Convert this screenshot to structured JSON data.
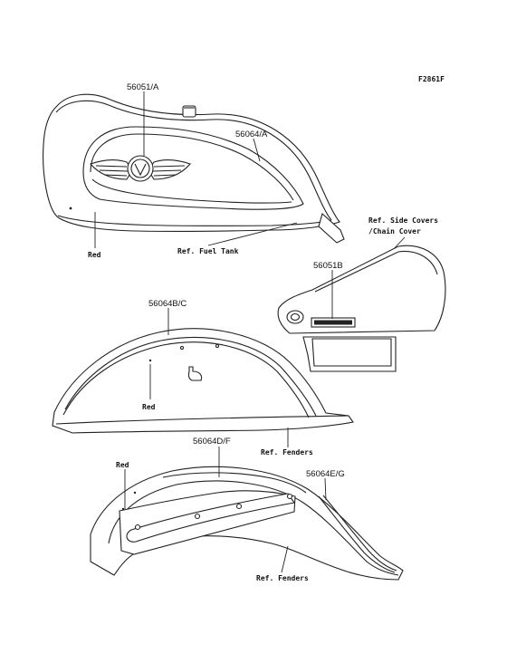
{
  "figure_code": "F2861F",
  "labels": {
    "tank_emblem": "56051/A",
    "tank_stripe": "56064/A",
    "tank_red": "Red",
    "ref_fuel_tank": "Ref. Fuel Tank",
    "ref_side_covers_1": "Ref. Side Covers",
    "ref_side_covers_2": "/Chain Cover",
    "side_emblem": "56051B",
    "front_fender_stripe": "56064B/C",
    "front_red": "Red",
    "ref_fenders_1": "Ref. Fenders",
    "rear_fender_stripe_1": "56064D/F",
    "rear_red": "Red",
    "rear_fender_stripe_2": "56064E/G",
    "ref_fenders_2": "Ref. Fenders"
  },
  "colors": {
    "line": "#222222",
    "background": "#ffffff"
  }
}
